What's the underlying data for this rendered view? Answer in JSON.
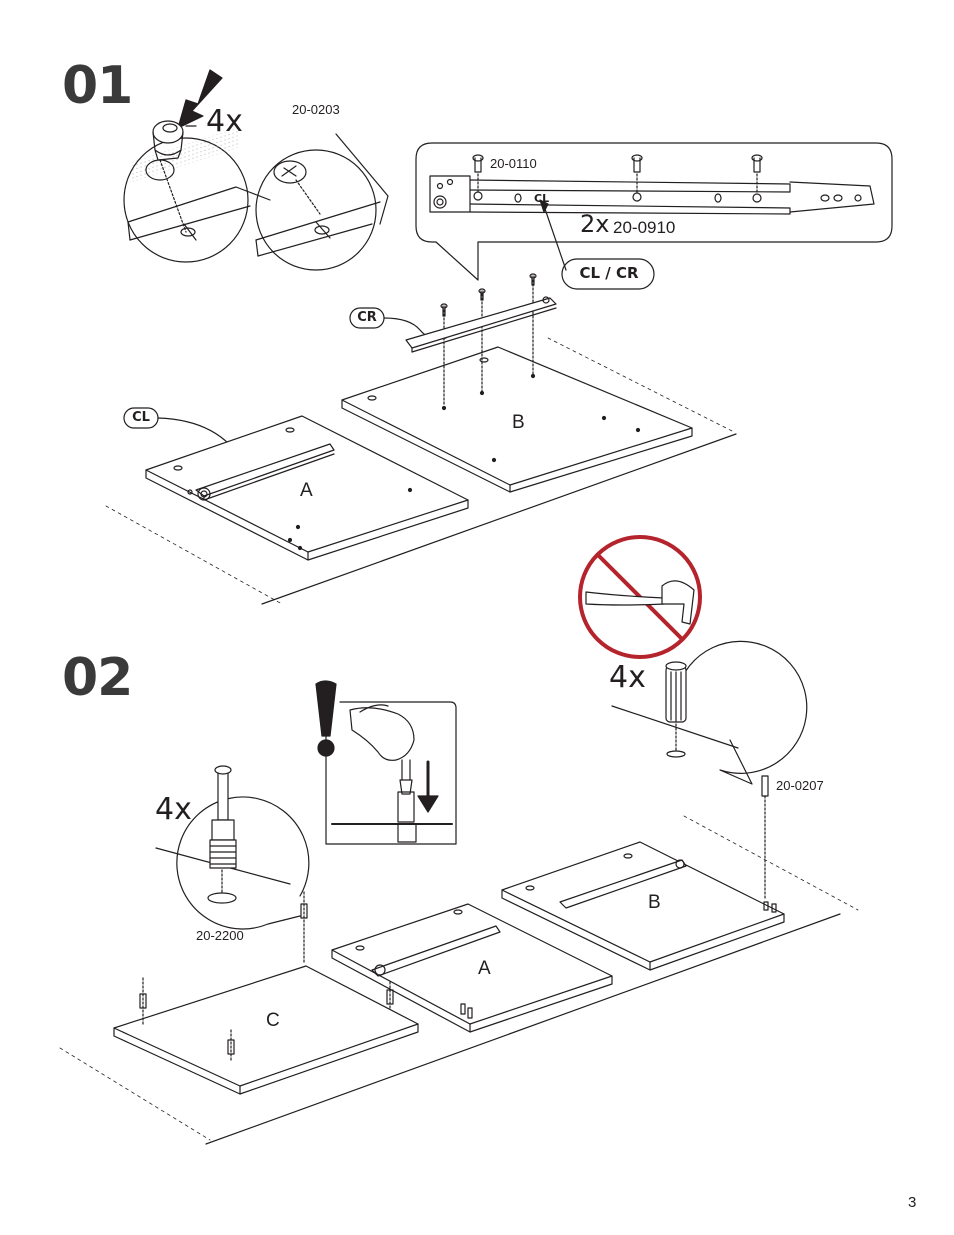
{
  "steps": [
    {
      "number": "01",
      "callout_qty": "4x",
      "cam_part": "20-0203",
      "slide_detail": {
        "screw_part": "20-0110",
        "rail_label": "CL",
        "rail_qty": "2x",
        "rail_part": "20-0910"
      },
      "tag_pair": "CL / CR",
      "tag_right": "CR",
      "tag_left": "CL",
      "panel_a": "A",
      "panel_b": "B"
    },
    {
      "number": "02",
      "dowel_qty": "4x",
      "dowel_part": "20-0207",
      "bolt_qty": "4x",
      "bolt_part": "20-2200",
      "panel_a": "A",
      "panel_b": "B",
      "panel_c": "C"
    }
  ],
  "page": {
    "number": "3"
  },
  "icons": {
    "warning": "exclamation-icon",
    "no_hammer": "no-hammer-icon",
    "press_arrow": "arrow-down-icon"
  },
  "colors": {
    "prohibition": "#b5242c",
    "ink": "#231f20"
  }
}
